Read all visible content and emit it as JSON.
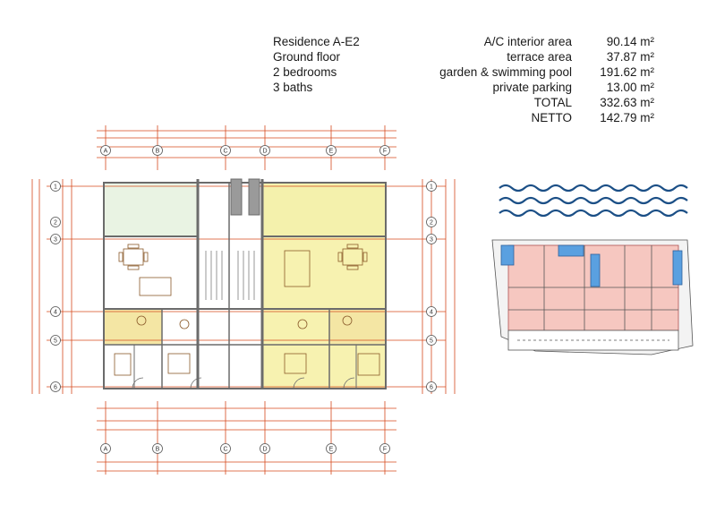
{
  "info": {
    "rows": [
      {
        "left": "Residence A-E2",
        "label": "A/C interior area",
        "value": "90.14 m²"
      },
      {
        "left": "Ground floor",
        "label": "terrace area",
        "value": "37.87 m²"
      },
      {
        "left": "2 bedrooms",
        "label": "garden & swimming pool",
        "value": "191.62 m²"
      },
      {
        "left": "3 baths",
        "label": "private parking",
        "value": "13.00 m²"
      },
      {
        "left": "",
        "label": "TOTAL",
        "value": "332.63 m²"
      },
      {
        "left": "",
        "label": "NETTO",
        "value": "142.79 m²"
      }
    ]
  },
  "plan": {
    "column_labels": [
      "A",
      "B",
      "C",
      "D",
      "E",
      "F"
    ],
    "row_labels": [
      "1",
      "2",
      "3",
      "4",
      "5",
      "6"
    ]
  },
  "colors": {
    "dimension": "#d64a1e",
    "highlight": "#f6f0a2",
    "garden": "#e9f3e3",
    "wall": "#6b6b6b",
    "sea": "#1b4f86",
    "pool": "#5aa0e0"
  }
}
